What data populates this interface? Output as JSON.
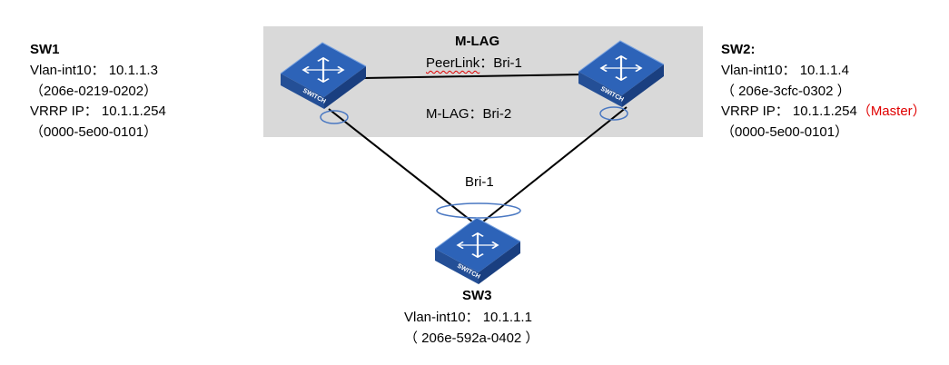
{
  "colors": {
    "panel": "#d9d9d9",
    "link": "#000000",
    "switch_top": "#2d63b8",
    "switch_side": "#1a3f80",
    "bundle_ring": "#4a78c2",
    "master_text": "#e00000"
  },
  "mlag_area": {
    "title": "M-LAG",
    "peerlink_prefix": "PeerLink",
    "peerlink_value": "：Bri-1",
    "mlag_link": "M-LAG：Bri-2"
  },
  "bottom_link_label": "Bri-1",
  "switch_icon_label": "SWITCH",
  "sw1": {
    "name": "SW1",
    "vlan": "Vlan-int10：  10.1.1.3",
    "mac": "（206e-0219-0202）",
    "vrrp": "VRRP IP：  10.1.1.254",
    "vrrp_mac": "（0000-5e00-0101）"
  },
  "sw2": {
    "name": "SW2:",
    "vlan": "Vlan-int10：  10.1.1.4",
    "mac": "（ 206e-3cfc-0302 ）",
    "vrrp": "VRRP IP：  10.1.1.254",
    "role": "（Master）",
    "vrrp_mac": "（0000-5e00-0101）"
  },
  "sw3": {
    "name": "SW3",
    "vlan": "Vlan-int10：  10.1.1.1",
    "mac": "（ 206e-592a-0402 ）"
  }
}
